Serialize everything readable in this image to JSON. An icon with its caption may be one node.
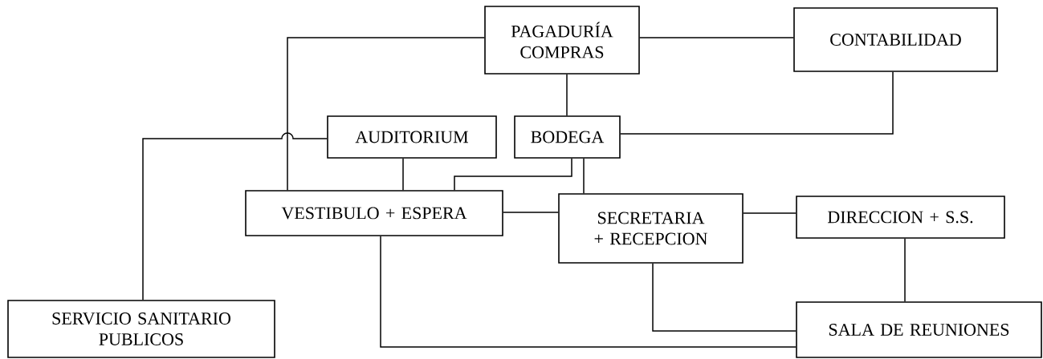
{
  "diagram": {
    "nodes": [
      {
        "text": [
          "PAGADURÍA COMPRAS"
        ]
      },
      {
        "text": [
          "CONTABILIDAD"
        ]
      },
      {
        "text": [
          "AUDITORIUM"
        ]
      },
      {
        "text": [
          "BODEGA"
        ]
      },
      {
        "text": [
          "VESTIBULO + ESPERA"
        ]
      },
      {
        "text": [
          "SECRETARIA + RECEPCION"
        ]
      },
      {
        "text": [
          "DIRECCION + S.S."
        ]
      },
      {
        "text": [
          "SERVICIO SANITARIO PUBLICOS"
        ]
      },
      {
        "text": [
          "SALA DE REUNIONES"
        ]
      }
    ],
    "edges": [
      {
        "from": 0,
        "to": 4,
        "arrow": "none"
      },
      {
        "from": 0,
        "to": 1,
        "arrow": "none"
      },
      {
        "from": 0,
        "to": 3,
        "arrow": "none"
      },
      {
        "from": 1,
        "to": 3,
        "arrow": "none"
      },
      {
        "from": 7,
        "to": 2,
        "arrow": "none"
      },
      {
        "from": 2,
        "to": 4,
        "arrow": "none"
      },
      {
        "from": 3,
        "to": 4,
        "arrow": "none"
      },
      {
        "from": 3,
        "to": 5,
        "arrow": "none"
      },
      {
        "from": 4,
        "to": 5,
        "arrow": "none"
      },
      {
        "from": 5,
        "to": 6,
        "arrow": "none"
      },
      {
        "from": 5,
        "to": 8,
        "arrow": "none"
      },
      {
        "from": 6,
        "to": 8,
        "arrow": "none"
      },
      {
        "from": 4,
        "to": 8,
        "arrow": "none"
      }
    ]
  }
}
